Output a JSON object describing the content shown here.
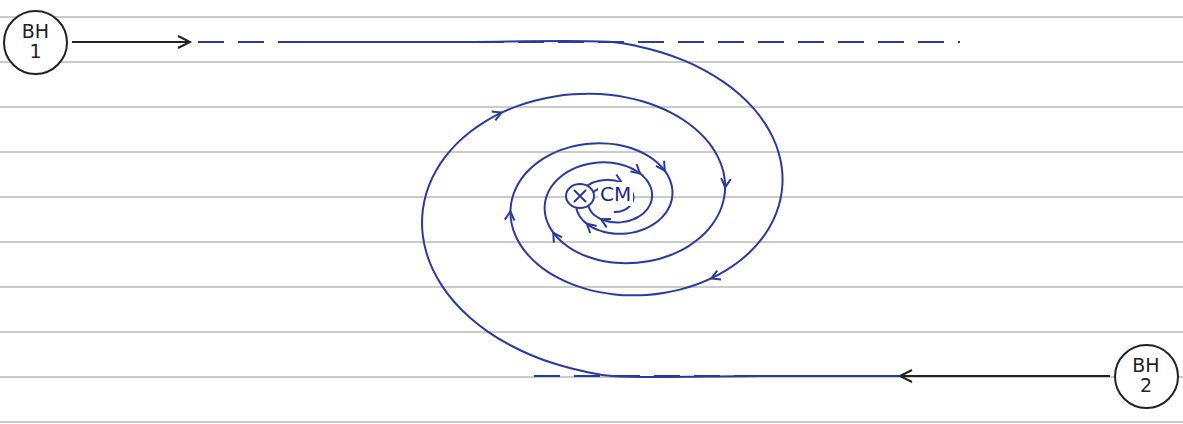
{
  "diagram": {
    "nodes": [
      {
        "text": [
          "BH 1"
        ]
      },
      {
        "text": [
          "BH 2"
        ]
      }
    ],
    "labels": [
      "CM"
    ]
  }
}
